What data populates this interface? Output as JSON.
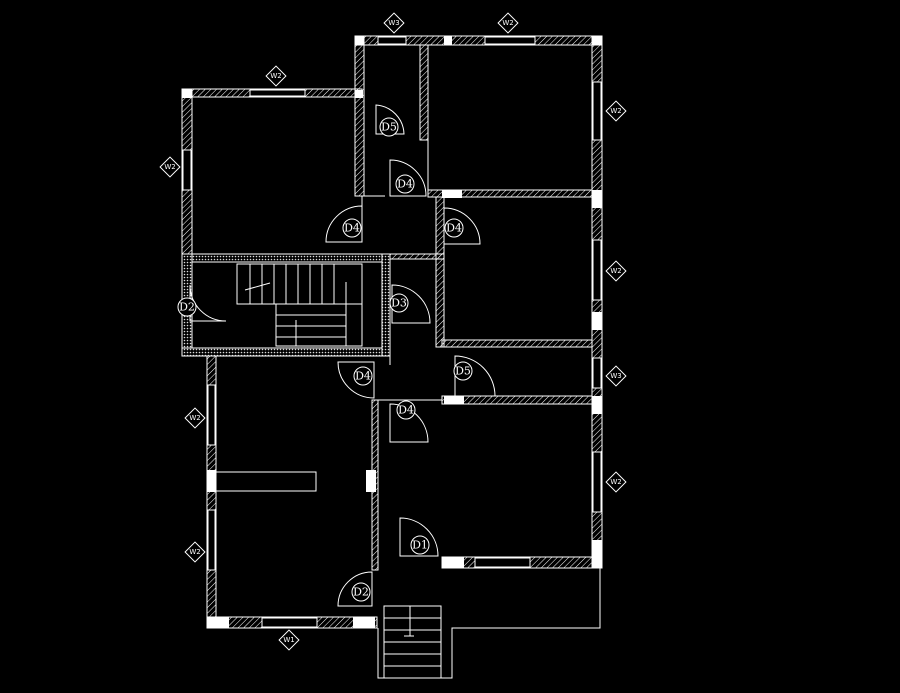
{
  "plan": {
    "background": "#000000",
    "line_color": "#ffffff",
    "door_labels": [
      "D1",
      "D2",
      "D2",
      "D3",
      "D4",
      "D4",
      "D4",
      "D4",
      "D4",
      "D5",
      "D5"
    ],
    "window_labels": [
      "W1",
      "W2",
      "W2",
      "W2",
      "W2",
      "W2",
      "W2",
      "W2",
      "W2",
      "W3",
      "W3"
    ]
  }
}
